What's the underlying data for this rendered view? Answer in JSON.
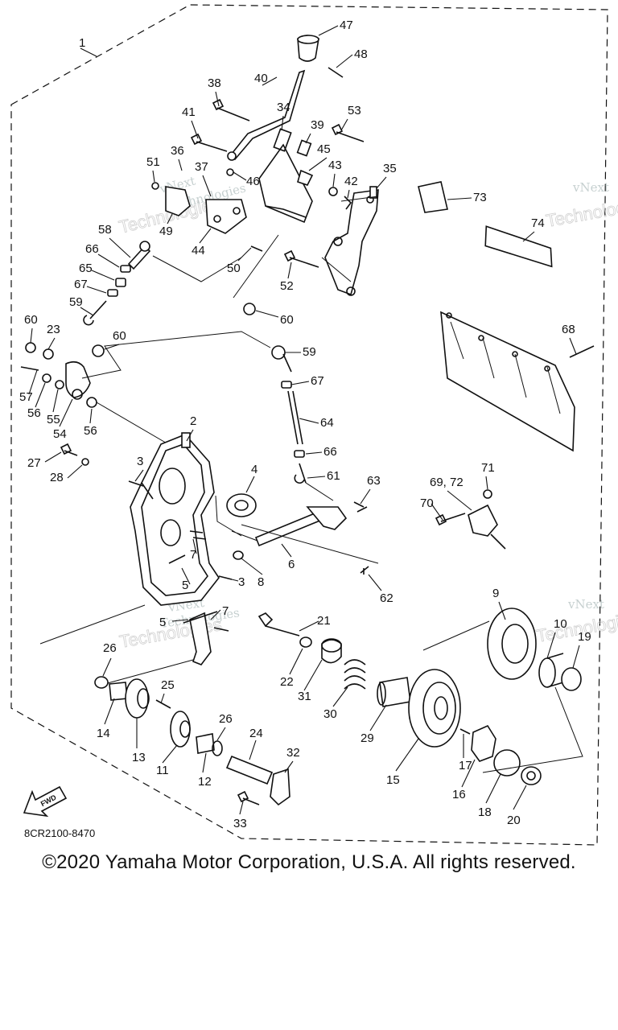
{
  "diagram_code": "8CR2100-8470",
  "fwd_label": "FWD",
  "copyright": "©2020 Yamaha Motor Corporation, U.S.A. All rights reserved.",
  "watermark": {
    "line1": "vNext",
    "line2": "Technologies"
  },
  "callouts": [
    "1",
    "2",
    "3",
    "3",
    "4",
    "5",
    "5",
    "6",
    "7",
    "7",
    "8",
    "9",
    "10",
    "11",
    "12",
    "13",
    "14",
    "15",
    "16",
    "17",
    "18",
    "19",
    "20",
    "21",
    "22",
    "23",
    "24",
    "25",
    "26",
    "26",
    "27",
    "28",
    "29",
    "30",
    "31",
    "32",
    "33",
    "34",
    "35",
    "36",
    "37",
    "38",
    "39",
    "40",
    "41",
    "42",
    "43",
    "44",
    "45",
    "46",
    "47",
    "48",
    "49",
    "50",
    "51",
    "52",
    "53",
    "54",
    "55",
    "56",
    "56",
    "57",
    "58",
    "59",
    "59",
    "60",
    "60",
    "60",
    "61",
    "62",
    "63",
    "64",
    "65",
    "66",
    "66",
    "67",
    "67",
    "68",
    "69, 72",
    "70",
    "71",
    "73",
    "74"
  ]
}
